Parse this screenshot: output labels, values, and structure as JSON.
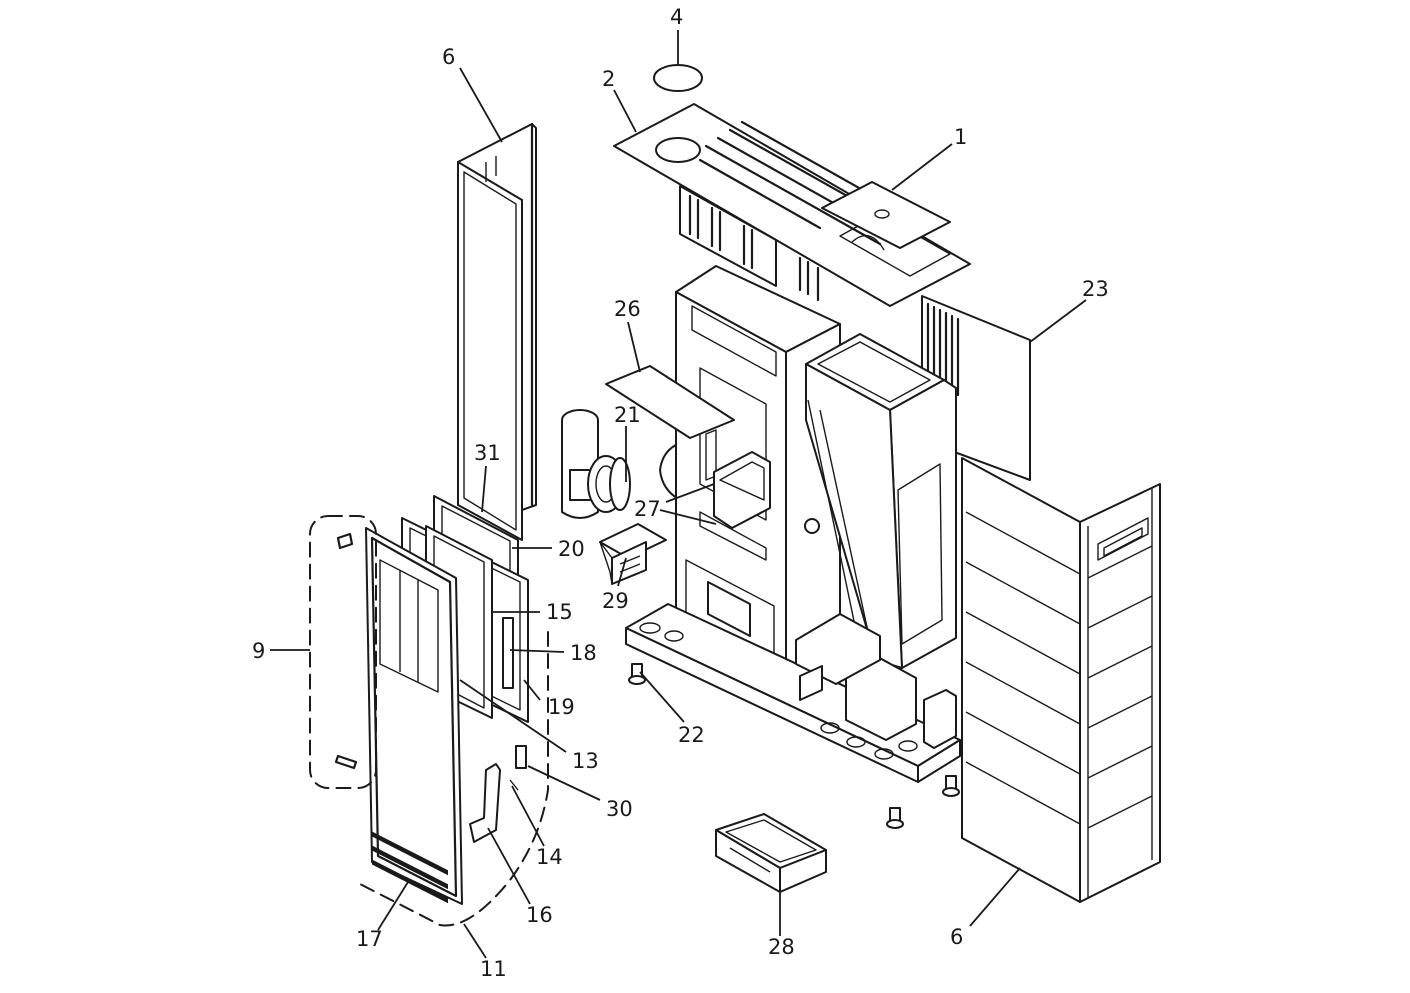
{
  "diagram": {
    "callouts": [
      {
        "id": "c1",
        "text": "1"
      },
      {
        "id": "c2",
        "text": "2"
      },
      {
        "id": "c4",
        "text": "4"
      },
      {
        "id": "c6a",
        "text": "6"
      },
      {
        "id": "c6b",
        "text": "6"
      },
      {
        "id": "c9",
        "text": "9"
      },
      {
        "id": "c11",
        "text": "11"
      },
      {
        "id": "c13",
        "text": "13"
      },
      {
        "id": "c14",
        "text": "14"
      },
      {
        "id": "c15",
        "text": "15"
      },
      {
        "id": "c16",
        "text": "16"
      },
      {
        "id": "c17",
        "text": "17"
      },
      {
        "id": "c18",
        "text": "18"
      },
      {
        "id": "c19",
        "text": "19"
      },
      {
        "id": "c20",
        "text": "20"
      },
      {
        "id": "c21",
        "text": "21"
      },
      {
        "id": "c22",
        "text": "22"
      },
      {
        "id": "c23",
        "text": "23"
      },
      {
        "id": "c26",
        "text": "26"
      },
      {
        "id": "c27",
        "text": "27"
      },
      {
        "id": "c28",
        "text": "28"
      },
      {
        "id": "c29",
        "text": "29"
      },
      {
        "id": "c30",
        "text": "30"
      },
      {
        "id": "c31",
        "text": "31"
      }
    ]
  }
}
